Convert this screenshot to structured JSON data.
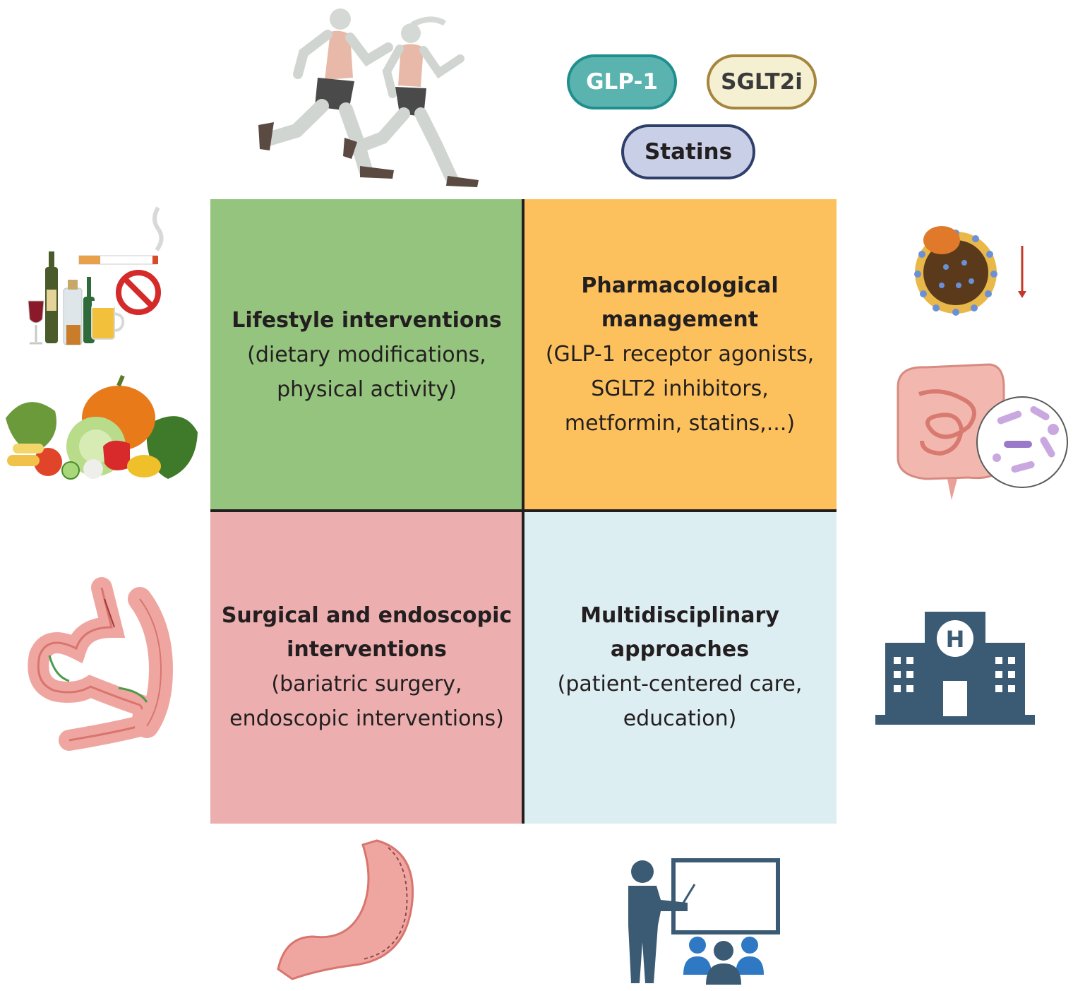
{
  "quadrants": {
    "lifestyle": {
      "title": "Lifestyle interventions",
      "line1": "(dietary modifications,",
      "line2": "physical activity)"
    },
    "pharmacological": {
      "title1": "Pharmacological",
      "title2": "management",
      "line1": "(GLP-1 receptor agonists,",
      "line2": "SGLT2 inhibitors,",
      "line3": "metformin, statins,...)"
    },
    "surgical": {
      "title1": "Surgical and endoscopic",
      "title2": "interventions",
      "line1": "(bariatric surgery,",
      "line2": "endoscopic interventions)"
    },
    "multidisciplinary": {
      "title1": "Multidisciplinary",
      "title2": "approaches",
      "line1": "(patient-centered care,",
      "line2": "education)"
    }
  },
  "drug_pills": {
    "glp1": "GLP-1",
    "sglt2i": "SGLT2i",
    "statins": "Statins"
  },
  "icons": [
    "runners-icon",
    "alcohol-smoking-prohibited-icon",
    "vegetables-icon",
    "lipoprotein-decrease-icon",
    "gut-microbiota-icon",
    "gastric-bypass-icon",
    "hospital-icon",
    "sleeve-stomach-icon",
    "teacher-education-icon"
  ],
  "hospital_letter": "H",
  "colors": {
    "lifestyle": "#95c47e",
    "pharmacological": "#fcc15d",
    "surgical": "#ecaeae",
    "multidisciplinary": "#ddeef3",
    "glp1_pill": "#5ab3ae",
    "sglt2i_pill": "#f6f0d3",
    "statins_pill": "#c9cfe6",
    "icon_blue": "#3b5b75"
  }
}
